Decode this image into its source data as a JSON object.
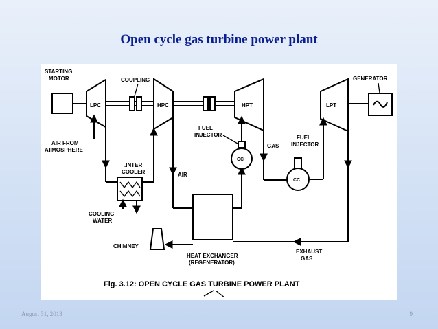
{
  "slide": {
    "title": "Open cycle gas turbine power plant",
    "date": "August 31, 2013",
    "page_number": "9"
  },
  "diagram": {
    "labels": {
      "starting_motor_1": "STARTING",
      "starting_motor_2": "MOTOR",
      "coupling": "COUPLING",
      "generator": "GENERATOR",
      "lpc": "LPC",
      "hpc": "HPC",
      "hpt": "HPT",
      "lpt": "LPT",
      "air_from_1": "AIR FROM",
      "air_from_2": "ATMOSPHERE",
      "fuel_injector_1a": "FUEL",
      "fuel_injector_1b": "INJECTOR",
      "fuel_injector_2a": "FUEL",
      "fuel_injector_2b": "INJECTOR",
      "gas": "GAS",
      "cc_1": "CC",
      "cc_2": "CC",
      "inter_cooler_1": ".INTER",
      "inter_cooler_2": "COOLER",
      "air": "AIR",
      "cooling_water_1": "COOLING",
      "cooling_water_2": "WATER",
      "chimney": "CHIMNEY",
      "heat_exchanger_1": "HEAT EXCHANGER",
      "heat_exchanger_2": "(REGENERATOR)",
      "exhaust_1": "EXHAUST",
      "exhaust_2": "GAS",
      "caption": "Fig. 3.12: OPEN CYCLE GAS TURBINE POWER PLANT"
    }
  }
}
